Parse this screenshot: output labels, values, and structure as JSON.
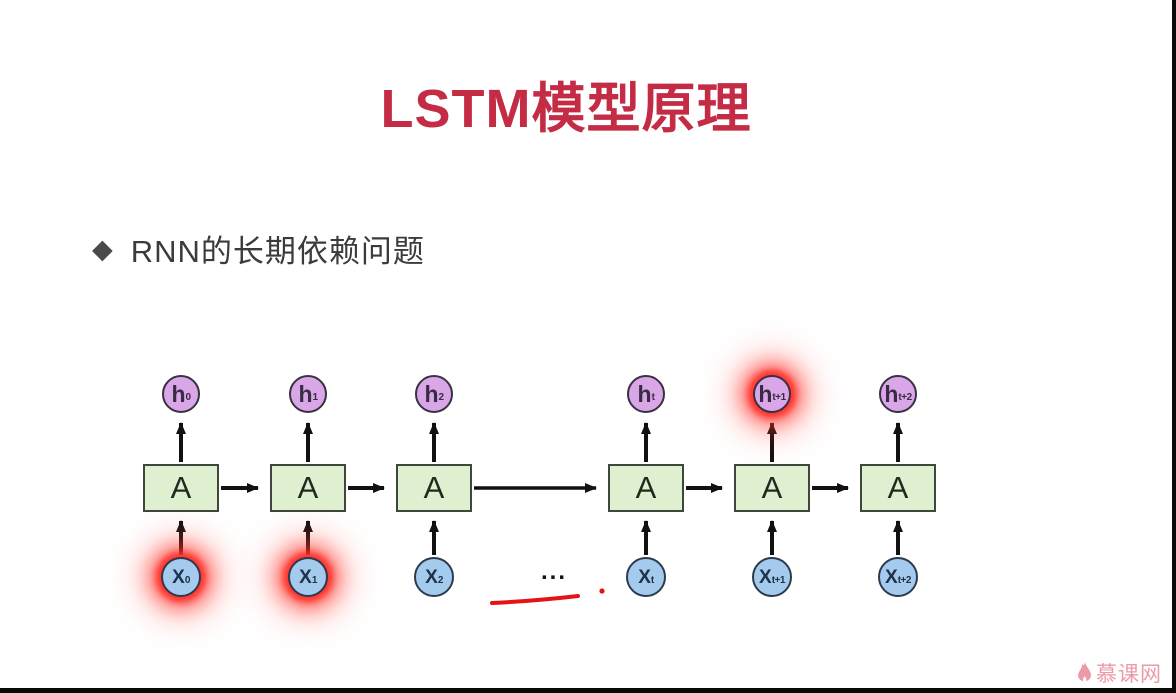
{
  "slide": {
    "title": "LSTM模型原理",
    "title_color": "#c42b45",
    "bullet": {
      "marker": "◆",
      "text": "RNN的长期依赖问题"
    }
  },
  "diagram": {
    "description_visible_elements": "unrolled RNN chain",
    "ellipsis": "...",
    "columns": [
      {
        "h": "h",
        "h_sub": "0",
        "box": "A",
        "x": "X",
        "x_sub": "0",
        "h_highlighted": false,
        "x_highlighted": true
      },
      {
        "h": "h",
        "h_sub": "1",
        "box": "A",
        "x": "X",
        "x_sub": "1",
        "h_highlighted": false,
        "x_highlighted": true
      },
      {
        "h": "h",
        "h_sub": "2",
        "box": "A",
        "x": "X",
        "x_sub": "2",
        "h_highlighted": false,
        "x_highlighted": false
      },
      {
        "h": "h",
        "h_sub": "t",
        "box": "A",
        "x": "X",
        "x_sub": "t",
        "h_highlighted": false,
        "x_highlighted": false
      },
      {
        "h": "h",
        "h_sub": "t+1",
        "box": "A",
        "x": "X",
        "x_sub": "t+1",
        "h_highlighted": true,
        "x_highlighted": false
      },
      {
        "h": "h",
        "h_sub": "t+2",
        "box": "A",
        "x": "X",
        "x_sub": "t+2",
        "h_highlighted": false,
        "x_highlighted": false
      }
    ],
    "colors": {
      "hidden_node_fill": "#d9a7e8",
      "cell_box_fill": "#dff0d0",
      "input_node_fill": "#a4cbee",
      "highlight_glow": "#ff2d26",
      "arrow": "#111111",
      "red_annotation": "#e51414"
    }
  },
  "watermark": {
    "text": "慕课网",
    "color": "#ec9aa8"
  },
  "frame": {
    "edge_color": "#0a0a0a"
  }
}
